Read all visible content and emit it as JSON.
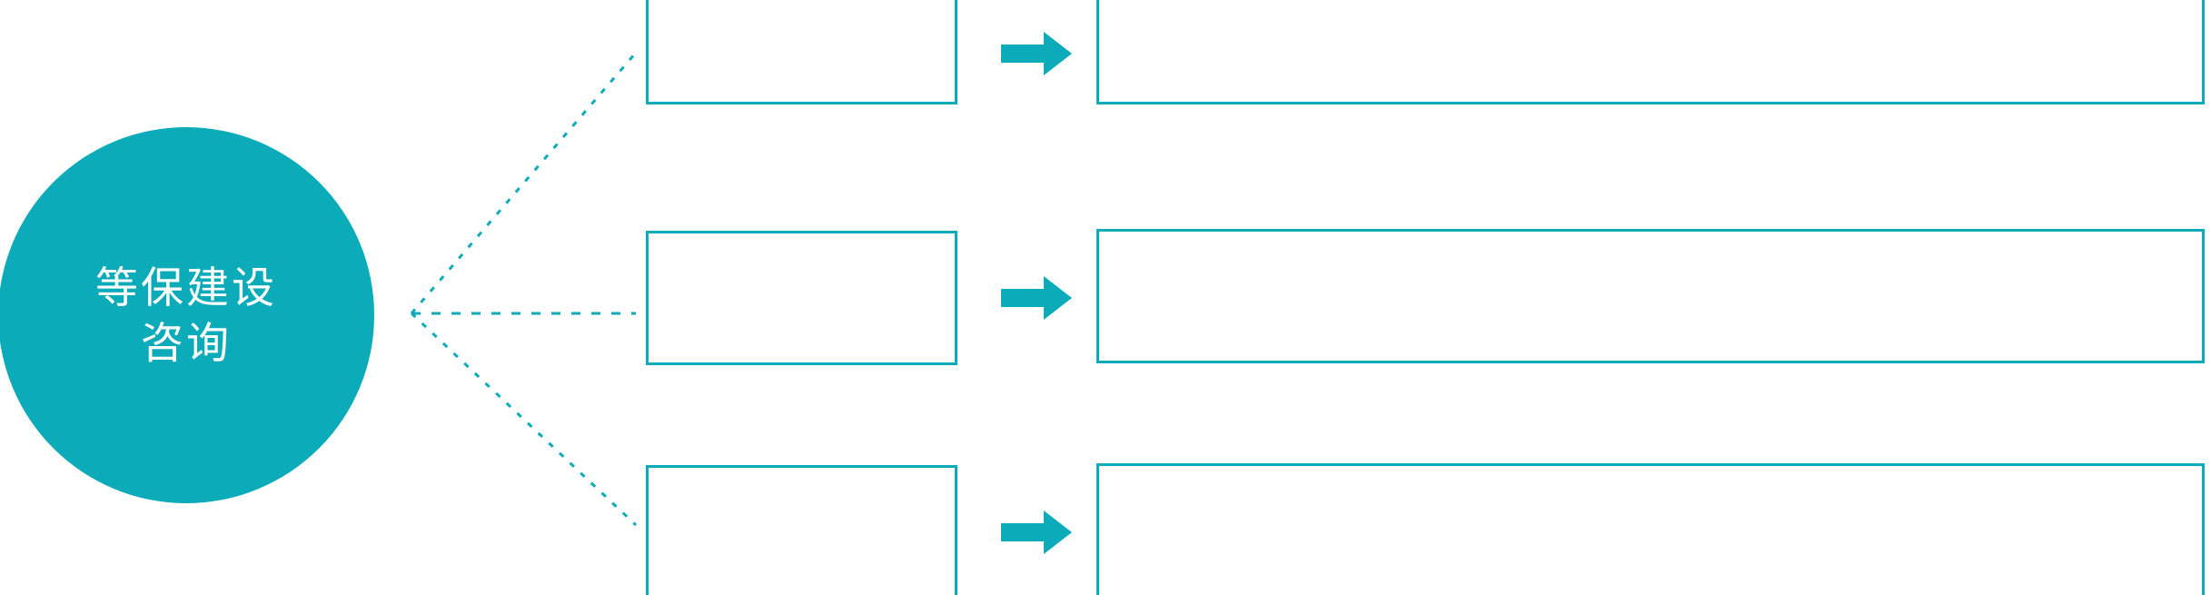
{
  "theme": {
    "accent_color": "#0BABB9",
    "background_color": "#FFFFFF",
    "hub_text_color": "#FFFFFF"
  },
  "hub": {
    "name": "等保建设咨询",
    "line1": "等保建设",
    "line2": "咨询"
  },
  "connectors": {
    "style": "dotted",
    "color": "#0BABB9",
    "branch_count": 3
  },
  "rows": [
    {
      "index": 1,
      "stage_label": "",
      "detail_label": "",
      "arrow_icon": "arrow-right-icon"
    },
    {
      "index": 2,
      "stage_label": "",
      "detail_label": "",
      "arrow_icon": "arrow-right-icon"
    },
    {
      "index": 3,
      "stage_label": "",
      "detail_label": "",
      "arrow_icon": "arrow-right-icon"
    }
  ]
}
